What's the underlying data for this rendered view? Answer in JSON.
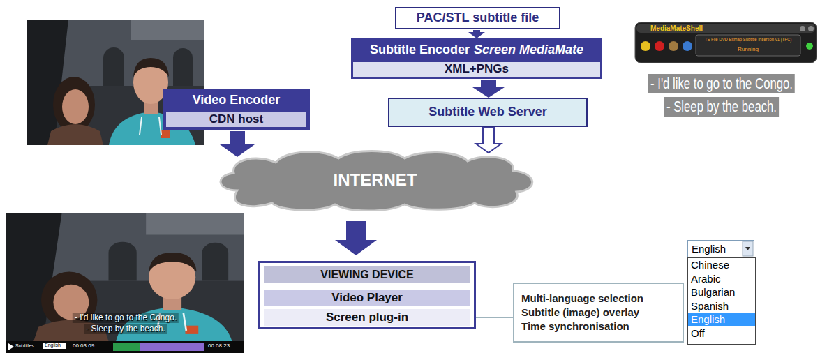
{
  "diagram": {
    "nodes": [
      {
        "text": [
          "Video Encoder"
        ]
      },
      {
        "text": [
          "CDN host"
        ],
        "in": 0
      },
      {
        "text": [
          "PAC/STL subtitle file"
        ]
      },
      {
        "text": [
          "Subtitle Encoder",
          "Screen MediaMate"
        ]
      },
      {
        "text": [
          "XML+PNGs"
        ],
        "in": 3
      },
      {
        "text": [
          "Subtitle Web Server"
        ]
      },
      {
        "text": [
          "INTERNET"
        ]
      },
      {
        "text": [
          "VIEWING DEVICE"
        ]
      },
      {
        "text": [
          "Video Player"
        ],
        "in": 7
      },
      {
        "text": [
          "Screen plug-in"
        ],
        "in": 7
      },
      {
        "text": [
          "Multi-language selection",
          "Subtitle (image) overlay",
          "Time synchronisation"
        ]
      },
      {
        "text": [
          "English"
        ]
      },
      {
        "text": [
          "Chinese",
          "Arabic",
          "Bulgarian",
          "Spanish",
          "English",
          "Off"
        ]
      }
    ],
    "edges": [
      {
        "from": 0,
        "to": 6,
        "arrow": "to"
      },
      {
        "from": 2,
        "to": 3,
        "arrow": "to"
      },
      {
        "from": 3,
        "to": 5,
        "arrow": "to"
      },
      {
        "from": 5,
        "to": 6,
        "arrow": "to"
      },
      {
        "from": 6,
        "to": 7,
        "arrow": "to"
      },
      {
        "from": 9,
        "to": 10,
        "arrow": "none"
      }
    ],
    "labels": [
      "MediaMateShell",
      "TS File DVD Bitmap Subtitle Insertion v1 (TFC)",
      "Running",
      "- I'd like to go to the Congo.",
      "- Sleep by the beach.",
      "- I'd like to go to the Congo.",
      "- Sleep by the beach.",
      "Subtitles:",
      "English",
      "00:03:09",
      "00:08:23"
    ]
  }
}
